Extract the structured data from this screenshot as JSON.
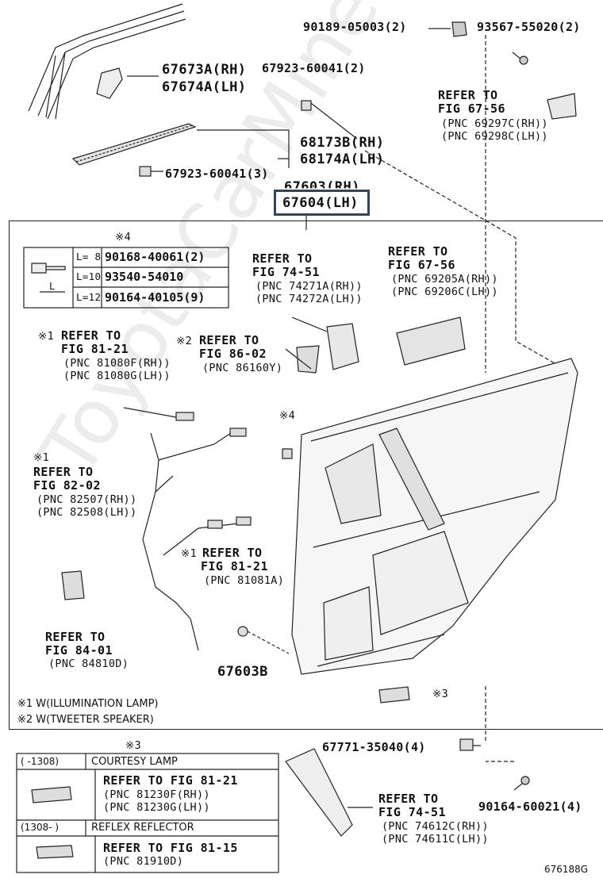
{
  "watermark": "ToyotaCarMine.ru",
  "figure_code": "676188G",
  "hardware": {
    "clip_90189": "90189-05003(2)",
    "screw_93567": "93567-55020(2)",
    "clip_67923_a": "67923-60041(2)",
    "clip_67923_b": "67923-60041(3)",
    "clip_67771": "67771-35040(4)",
    "screw_90164": "90164-60021(4)"
  },
  "parts": {
    "p67673": "67673A(RH)",
    "p67674": "67674A(LH)",
    "p68173": "68173B(RH)",
    "p68174": "68174A(LH)",
    "p67603_rh": "67603(RH)",
    "p67604_lh": "67604(LH)",
    "p67603b": "67603B"
  },
  "refs": {
    "r6756_top": {
      "l1": "REFER TO",
      "l2": "FIG 67-56",
      "l3": "(PNC 69297C(RH))",
      "l4": "(PNC 69298C(LH))"
    },
    "r7451_top": {
      "l1": "REFER TO",
      "l2": "FIG 74-51",
      "l3": "(PNC 74271A(RH))",
      "l4": "(PNC 74272A(LH))"
    },
    "r6756_mid": {
      "l1": "REFER TO",
      "l2": "FIG 67-56",
      "l3": "(PNC 69205A(RH))",
      "l4": "(PNC 69206C(LH))"
    },
    "r8121_a": {
      "mark": "※1",
      "l1": "REFER TO",
      "l2": "FIG 81-21",
      "l3": "(PNC 81080F(RH))",
      "l4": "(PNC 81080G(LH))"
    },
    "r8602": {
      "mark": "※2",
      "l1": "REFER TO",
      "l2": "FIG 86-02",
      "l3": "(PNC 86160Y)"
    },
    "r8202": {
      "mark": "※1",
      "l1": "REFER TO",
      "l2": "FIG 82-02",
      "l3": "(PNC 82507(RH))",
      "l4": "(PNC 82508(LH))"
    },
    "r8121_b": {
      "mark": "※1",
      "l1": "REFER TO",
      "l2": "FIG 81-21",
      "l3": "(PNC 81081A)"
    },
    "r8401": {
      "l1": "REFER TO",
      "l2": "FIG 84-01",
      "l3": "(PNC 84810D)"
    },
    "r7451_bot": {
      "l1": "REFER TO",
      "l2": "FIG 74-51",
      "l3": "(PNC 74612C(RH))",
      "l4": "(PNC 74611C(LH))"
    }
  },
  "marks": {
    "m4_table": "※4",
    "m4_bolt": "※4",
    "m3_lamp": "※3",
    "m3_table": "※3"
  },
  "bolt_table": {
    "dim_label": "L",
    "rows": [
      {
        "len": "L= 8",
        "pn": "90168-40061(2)"
      },
      {
        "len": "L=10",
        "pn": "93540-54010"
      },
      {
        "len": "L=12",
        "pn": "90164-40105(9)"
      }
    ]
  },
  "notes": {
    "n1": "※1  W(ILLUMINATION LAMP)",
    "n2": "※2  W(TWEETER SPEAKER)"
  },
  "lamp_table": {
    "row1_date": "(        -1308)",
    "row1_name": "COURTESY LAMP",
    "row1_ref": "REFER TO FIG 81-21",
    "row1_pnc1": "(PNC 81230F(RH))",
    "row1_pnc2": "(PNC 81230G(LH))",
    "row2_date": "(1308-        )",
    "row2_name": "REFLEX REFLECTOR",
    "row2_ref": "REFER TO FIG 81-15",
    "row2_pnc1": "(PNC 81910D)"
  }
}
